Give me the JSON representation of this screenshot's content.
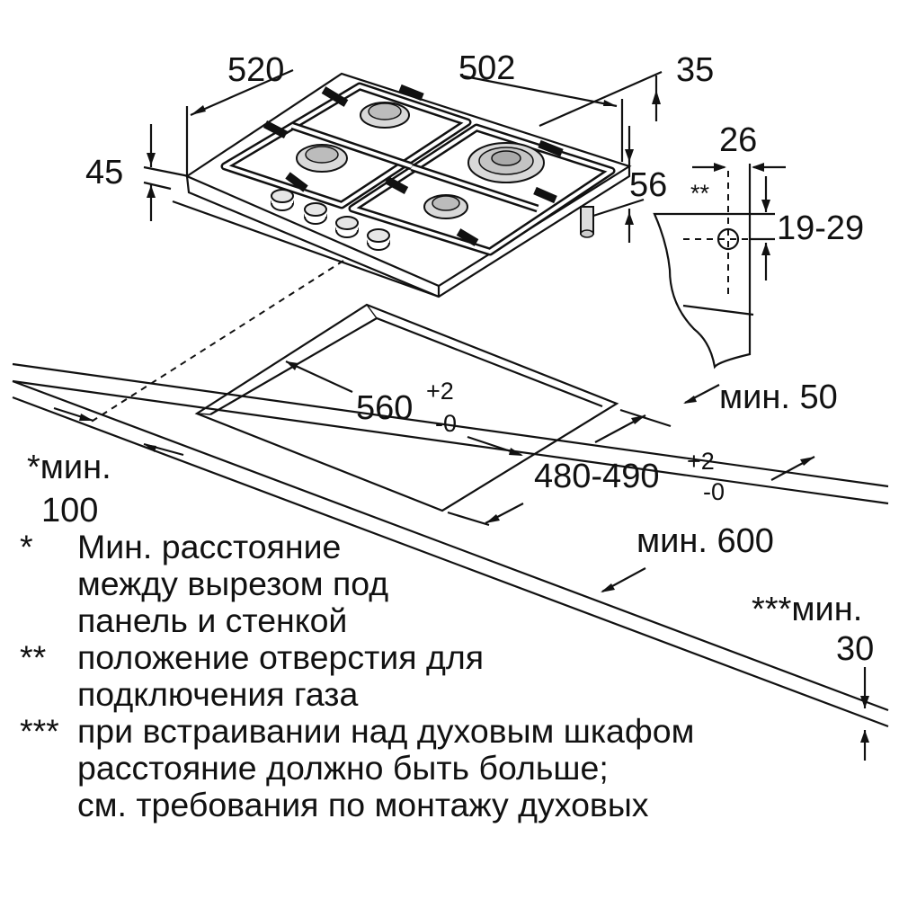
{
  "dimensions": {
    "top_width_partial": "520",
    "top_depth_partial": "502",
    "top_right_partial": "35",
    "height_45": "45",
    "height_56": "56",
    "gas_offset_26": "26",
    "gas_marker": "**",
    "gas_height": "19-29",
    "cutout_width": "560",
    "cutout_width_tol_plus": "+2",
    "cutout_width_tol_minus": "-0",
    "cutout_depth": "480-490",
    "cutout_depth_tol_plus": "+2",
    "cutout_depth_tol_minus": "-0",
    "rear_min": "мин. 50",
    "side_min_line1": "*мин.",
    "side_min_line2": "100",
    "front_min": "мин. 600",
    "below_min_line1": "***мин.",
    "below_min_line2": "30"
  },
  "notes": [
    {
      "mark": "*",
      "lines": [
        "Мин. расстояние",
        "между вырезом под",
        "панель и стенкой"
      ]
    },
    {
      "mark": "**",
      "lines": [
        "положение отверстия для",
        "подключения газа"
      ]
    },
    {
      "mark": "***",
      "lines": [
        "при встраивании над духовым шкафом",
        "расстояние должно быть больше;",
        "см. требования по монтажу духовых"
      ]
    }
  ],
  "colors": {
    "ink": "#111111",
    "background": "#ffffff"
  }
}
